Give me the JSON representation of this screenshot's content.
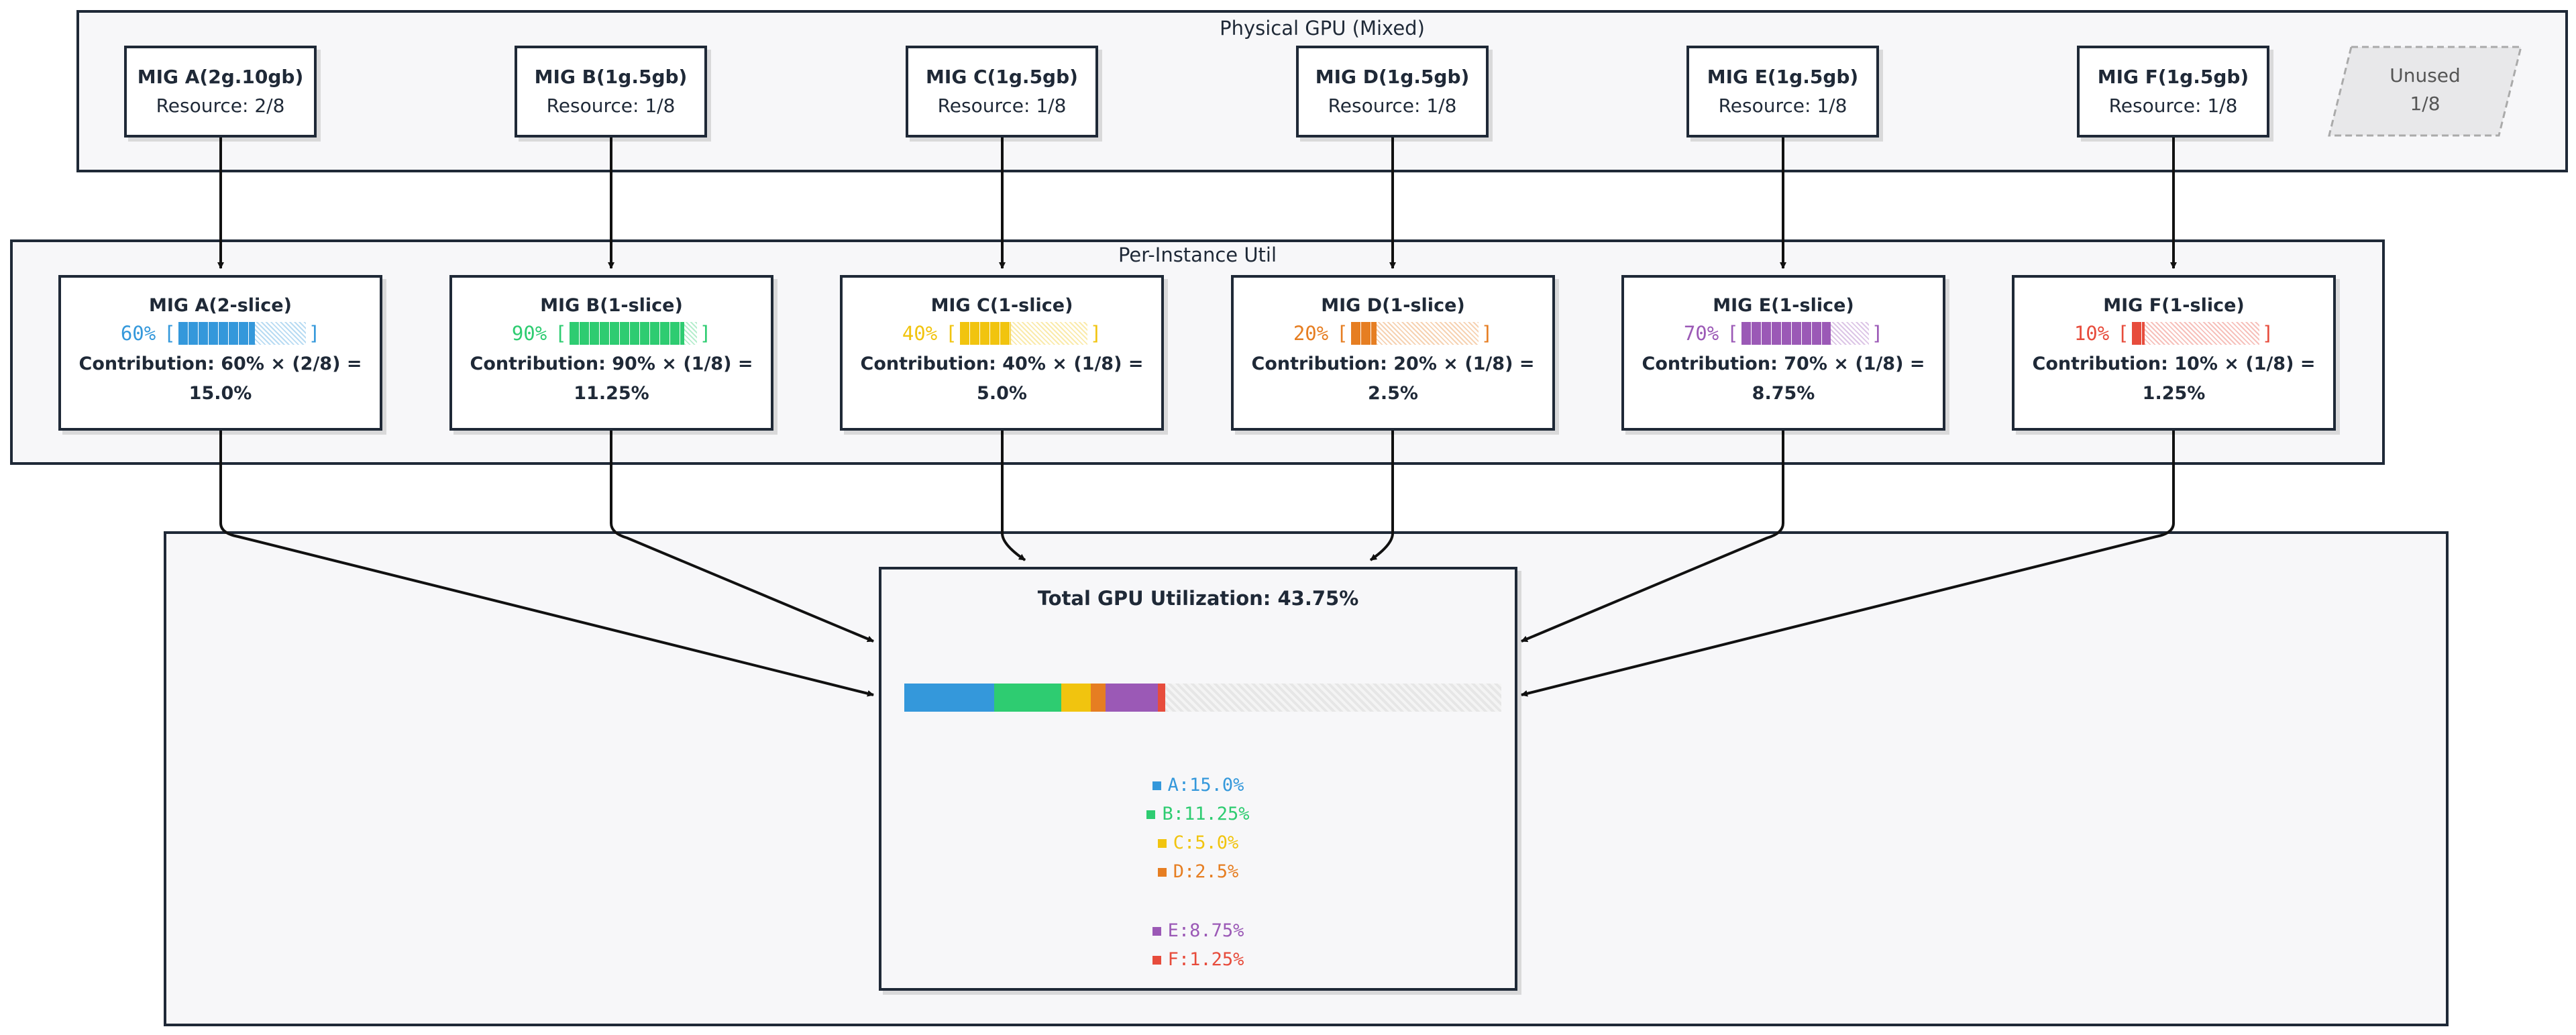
{
  "physical_gpu": {
    "title": "Physical GPU (Mixed)",
    "migs": [
      {
        "name": "MIG A(2g.10gb)",
        "resource": "Resource: 2/8"
      },
      {
        "name": "MIG B(1g.5gb)",
        "resource": "Resource: 1/8"
      },
      {
        "name": "MIG C(1g.5gb)",
        "resource": "Resource: 1/8"
      },
      {
        "name": "MIG D(1g.5gb)",
        "resource": "Resource: 1/8"
      },
      {
        "name": "MIG E(1g.5gb)",
        "resource": "Resource: 1/8"
      },
      {
        "name": "MIG F(1g.5gb)",
        "resource": "Resource: 1/8"
      }
    ],
    "unused": {
      "label": "Unused",
      "value": "1/8"
    }
  },
  "per_instance": {
    "title": "Per-Instance Util",
    "instances": [
      {
        "name": "MIG A(2-slice)",
        "pct_text": "60%",
        "util": 60,
        "color": "#3498db",
        "contrib_line1": "Contribution: 60% × (2/8) =",
        "contrib_line2": "15.0%"
      },
      {
        "name": "MIG B(1-slice)",
        "pct_text": "90%",
        "util": 90,
        "color": "#2ecc71",
        "contrib_line1": "Contribution: 90% × (1/8) =",
        "contrib_line2": "11.25%"
      },
      {
        "name": "MIG C(1-slice)",
        "pct_text": "40%",
        "util": 40,
        "color": "#f1c40f",
        "contrib_line1": "Contribution: 40% × (1/8) =",
        "contrib_line2": "5.0%"
      },
      {
        "name": "MIG D(1-slice)",
        "pct_text": "20%",
        "util": 20,
        "color": "#e67e22",
        "contrib_line1": "Contribution: 20% × (1/8) =",
        "contrib_line2": "2.5%"
      },
      {
        "name": "MIG E(1-slice)",
        "pct_text": "70%",
        "util": 70,
        "color": "#9b59b6",
        "contrib_line1": "Contribution: 70% × (1/8) =",
        "contrib_line2": "8.75%"
      },
      {
        "name": "MIG F(1-slice)",
        "pct_text": "10%",
        "util": 10,
        "color": "#e74c3c",
        "contrib_line1": "Contribution: 10% × (1/8) =",
        "contrib_line2": "1.25%"
      }
    ],
    "bracket_open": "[",
    "bracket_close": "]"
  },
  "total": {
    "title": "Total GPU Utilization: 43.75%",
    "segments": [
      {
        "key": "A",
        "value": 15.0,
        "color": "#3498db"
      },
      {
        "key": "B",
        "value": 11.25,
        "color": "#2ecc71"
      },
      {
        "key": "C",
        "value": 5.0,
        "color": "#f1c40f"
      },
      {
        "key": "D",
        "value": 2.5,
        "color": "#e67e22"
      },
      {
        "key": "E",
        "value": 8.75,
        "color": "#9b59b6"
      },
      {
        "key": "F",
        "value": 1.25,
        "color": "#e74c3c"
      }
    ],
    "legend": [
      {
        "text": "A:15.0%",
        "color": "#3498db"
      },
      {
        "text": "B:11.25%",
        "color": "#2ecc71"
      },
      {
        "text": "C:5.0%",
        "color": "#f1c40f"
      },
      {
        "text": "D:2.5%",
        "color": "#e67e22"
      },
      {
        "text": "E:8.75%",
        "color": "#9b59b6"
      },
      {
        "text": "F:1.25%",
        "color": "#e74c3c"
      }
    ]
  }
}
